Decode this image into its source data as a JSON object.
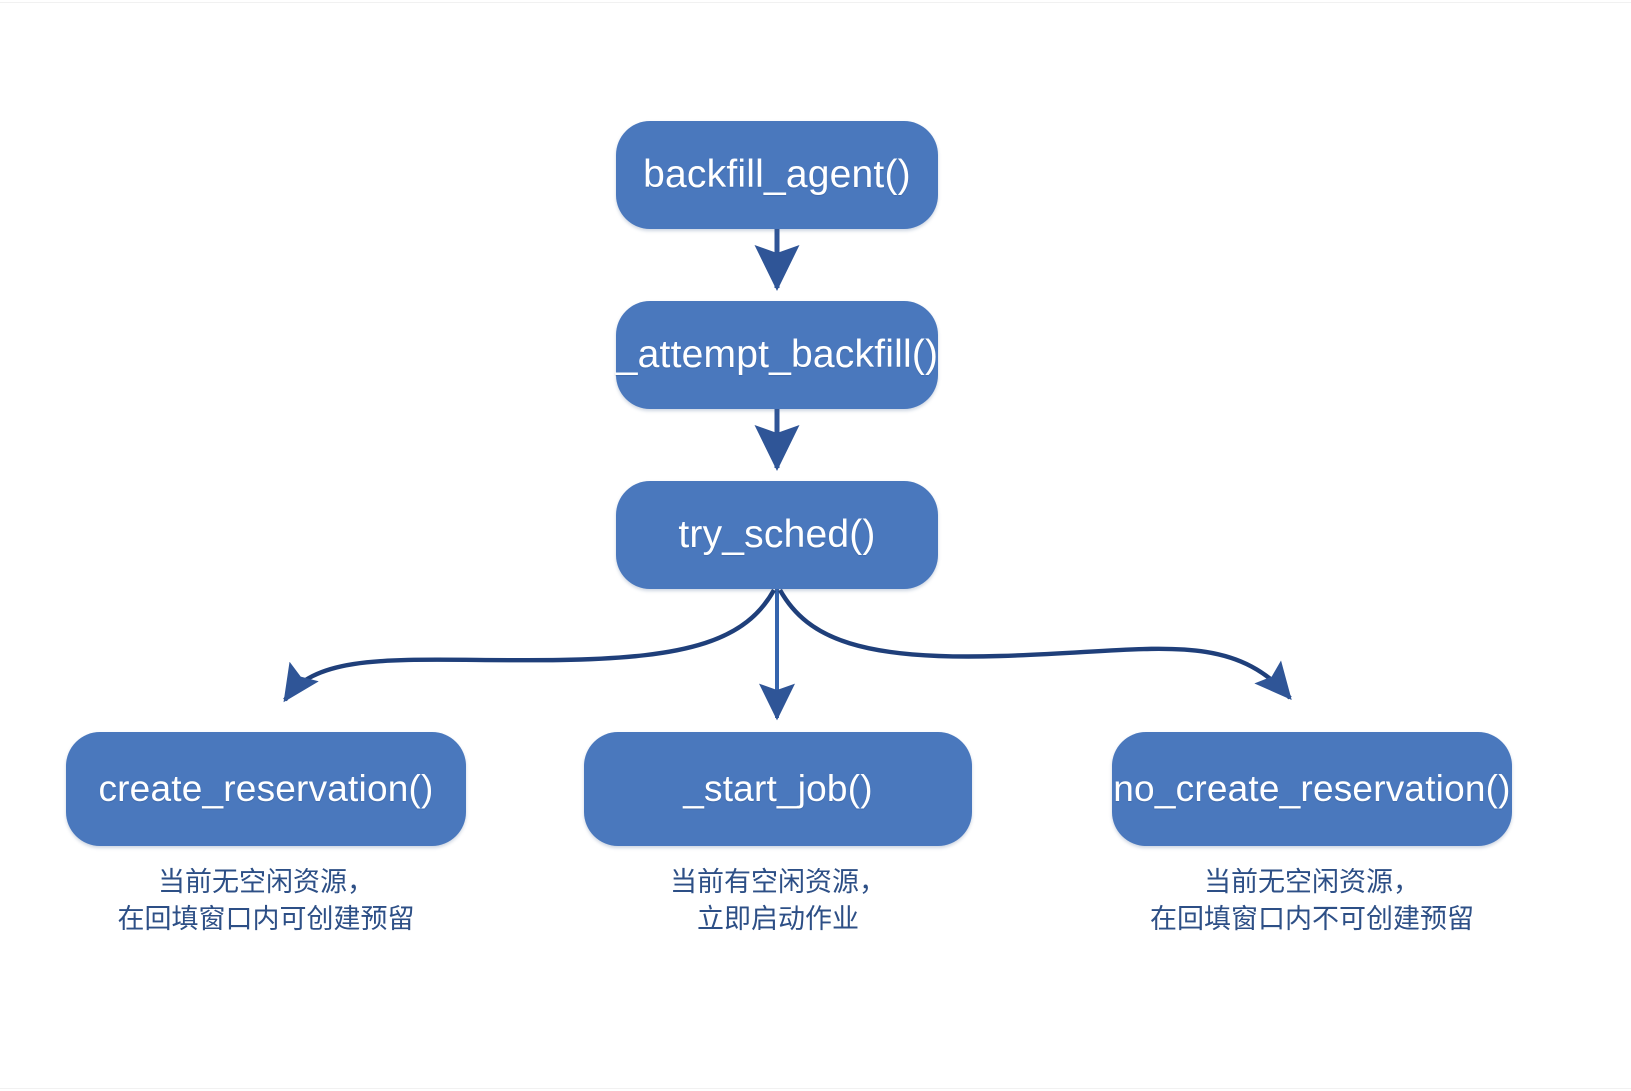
{
  "diagram": {
    "title": "backfill_agent call flow",
    "accent_color": "#4a78bd",
    "arrow_color": "#2f5597",
    "caption_color": "#2d4f86",
    "nodes": [
      {
        "id": "backfill_agent",
        "label": "backfill_agent()"
      },
      {
        "id": "attempt_backfill",
        "label": "_attempt_backfill()"
      },
      {
        "id": "try_sched",
        "label": "try_sched()"
      },
      {
        "id": "create_reservation",
        "label": "create_reservation()"
      },
      {
        "id": "start_job",
        "label": "_start_job()"
      },
      {
        "id": "no_create_reservation",
        "label": "no_create_reservation()"
      }
    ],
    "captions": [
      {
        "for": "create_reservation",
        "line1": "当前无空闲资源，",
        "line2": "在回填窗口内可创建预留"
      },
      {
        "for": "start_job",
        "line1": "当前有空闲资源，",
        "line2": "立即启动作业"
      },
      {
        "for": "no_create_reservation",
        "line1": "当前无空闲资源，",
        "line2": "在回填窗口内不可创建预留"
      }
    ]
  },
  "watermark": {
    "text": ""
  }
}
